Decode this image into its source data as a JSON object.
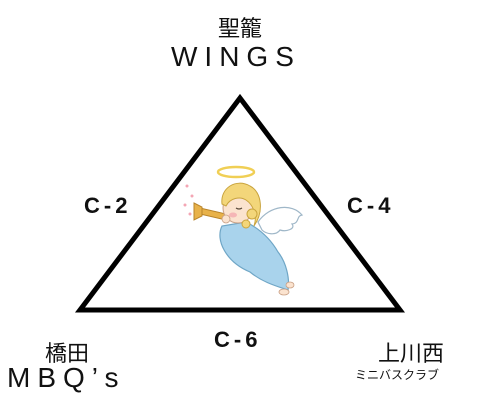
{
  "top_team": {
    "name_jp": "聖籠",
    "name_en": "WINGS"
  },
  "left_team": {
    "name_jp": "橋田",
    "name_en": "MBQ’s"
  },
  "right_team": {
    "name_jp": "上川西",
    "name_sub": "ミニバスクラブ"
  },
  "edges": {
    "left": "C-2",
    "right": "C-4",
    "bottom": "C-6"
  },
  "colors": {
    "triangle_stroke": "#000000",
    "angel_hair": "#f3d67a",
    "angel_robe": "#a9d3ec",
    "trumpet": "#e8b24a",
    "wing": "#ffffff",
    "halo": "#f0cf55"
  },
  "icons": [
    "angel-trumpet-illustration"
  ]
}
